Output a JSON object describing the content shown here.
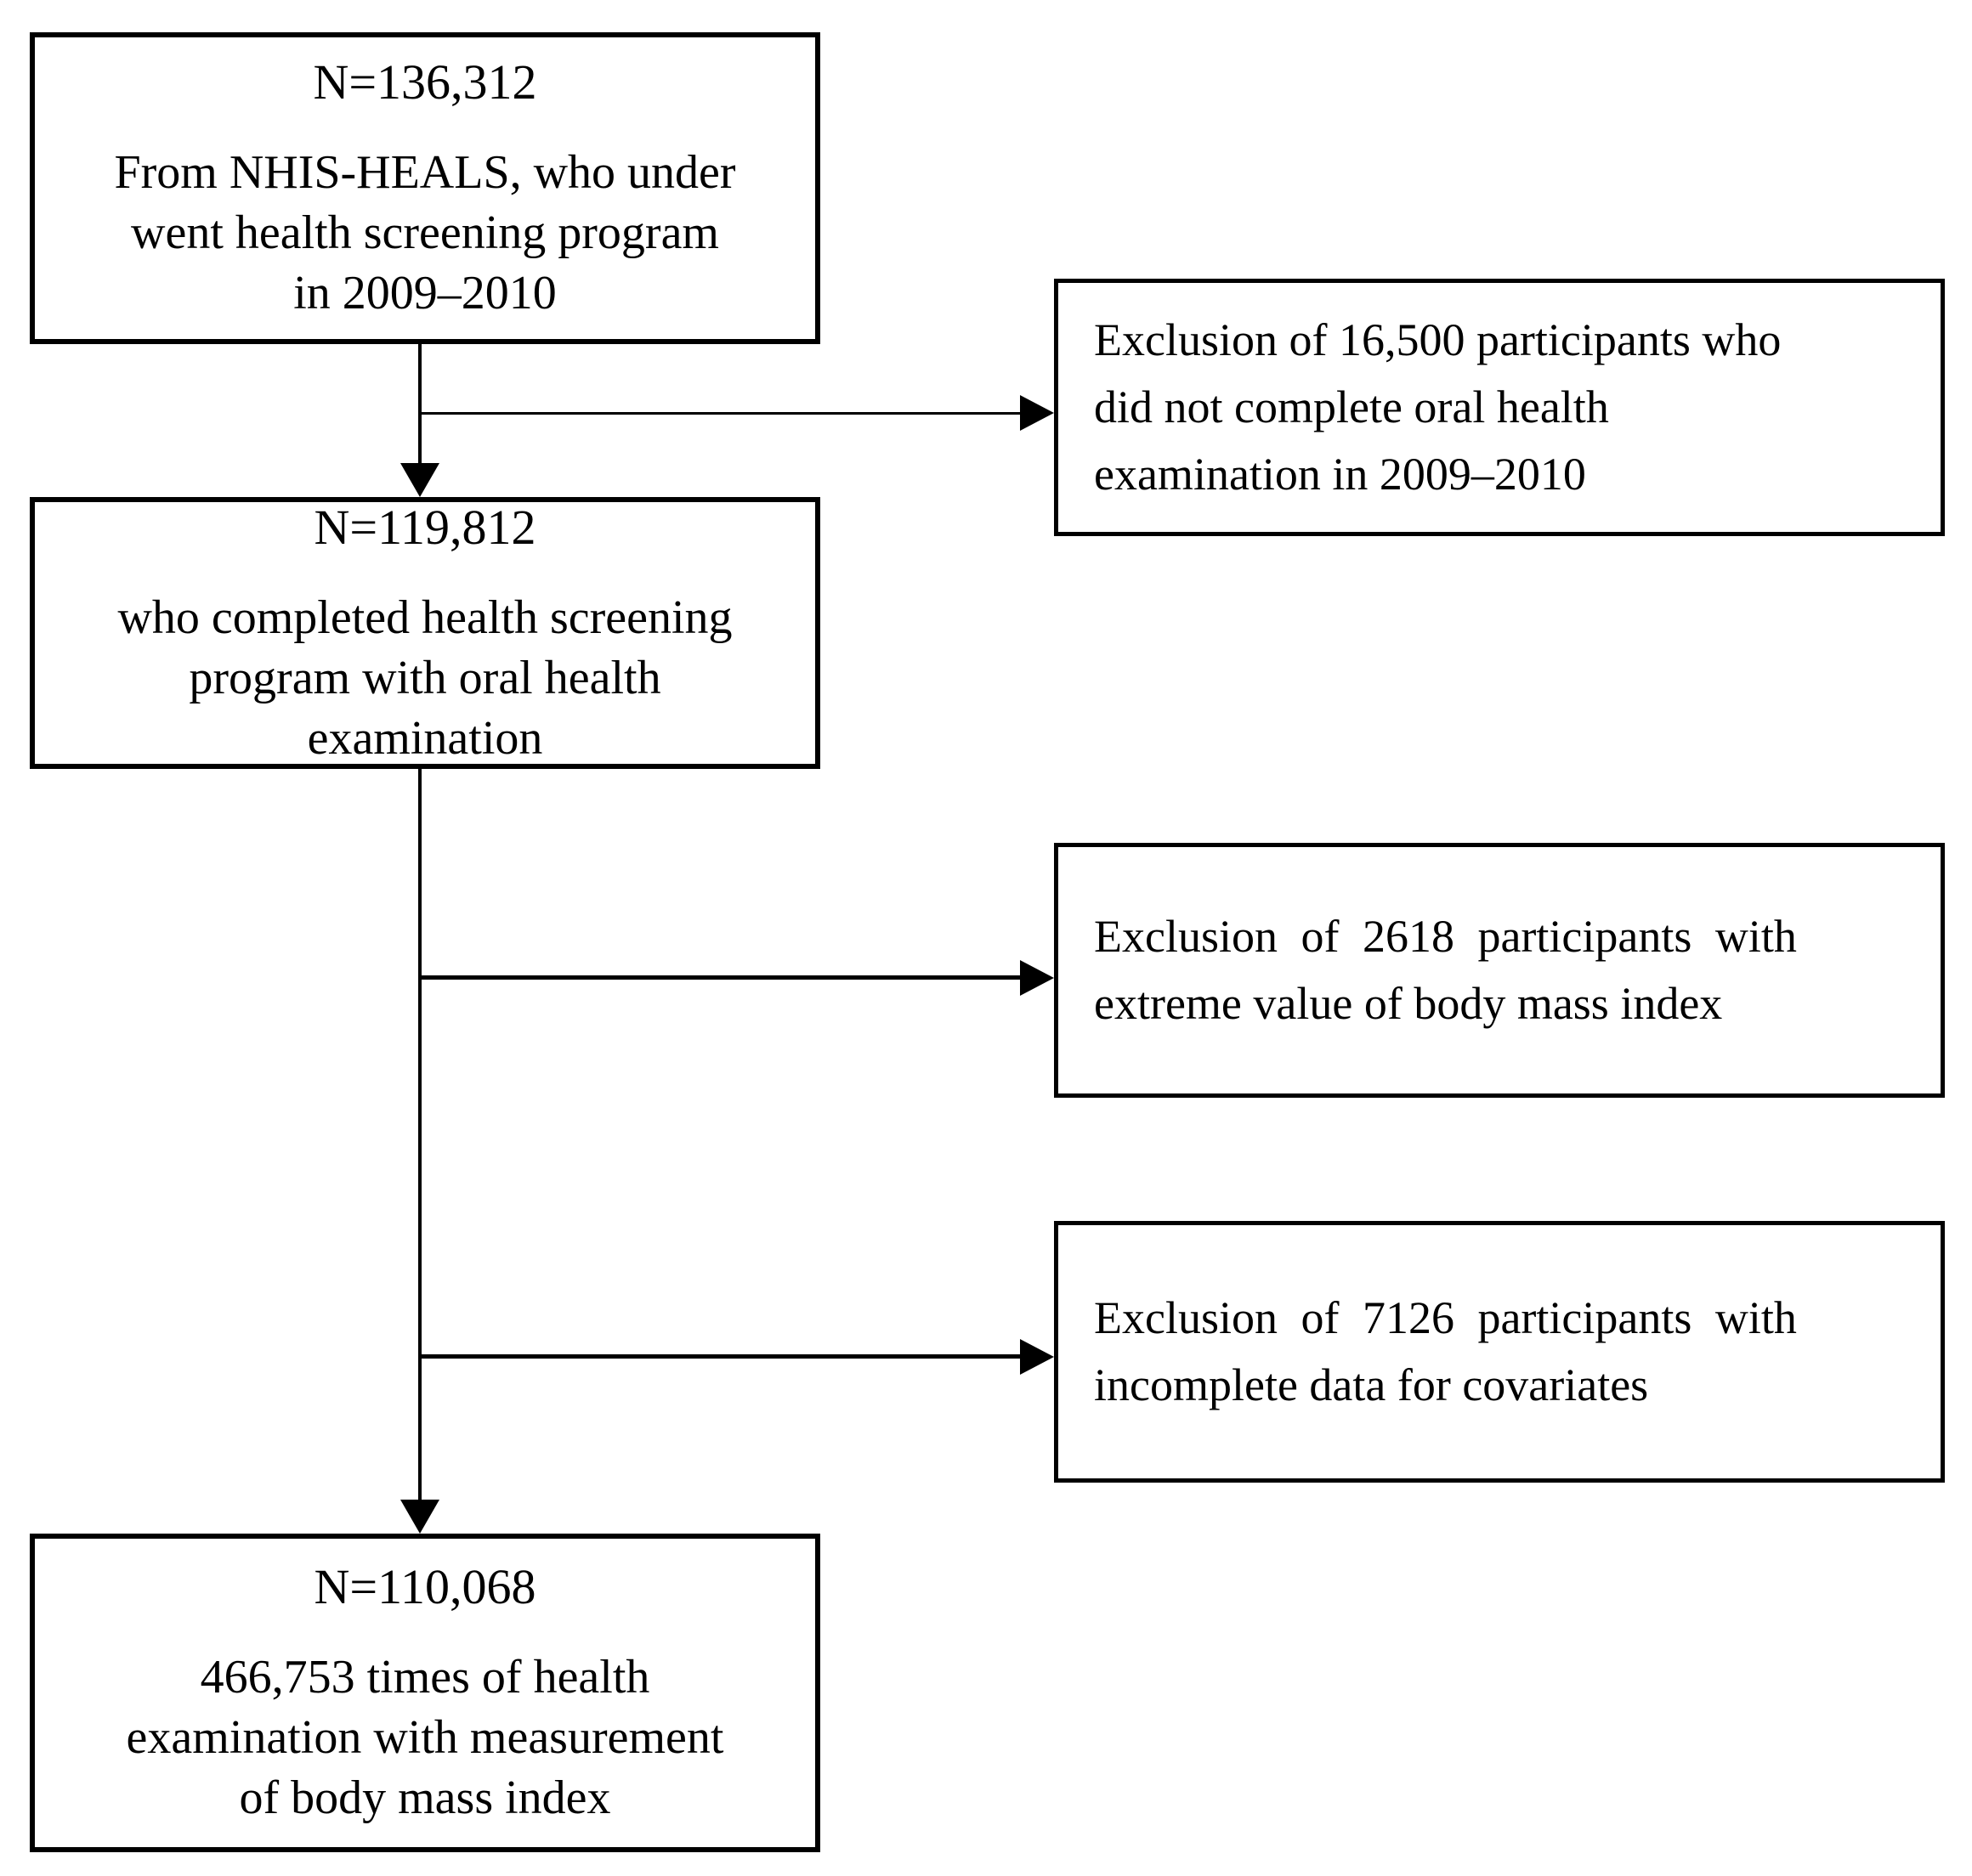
{
  "flow": {
    "box_initial": {
      "n": "N=136,312",
      "lines": [
        "From NHIS-HEALS, who under",
        "went health screening program",
        "in 2009–2010"
      ]
    },
    "box_oral": {
      "n": "N=119,812",
      "lines": [
        "who completed health screening",
        "program with oral health",
        "examination"
      ]
    },
    "box_final": {
      "n": "N=110,068",
      "lines": [
        "466,753 times of health",
        "examination with measurement",
        "of body mass index"
      ]
    },
    "excl_oral": {
      "lines": [
        "Exclusion of 16,500 participants who",
        "did not complete oral health",
        "examination in 2009–2010"
      ]
    },
    "excl_bmi": {
      "lines": [
        "Exclusion of 2618 participants with",
        "extreme value of body mass index"
      ]
    },
    "excl_cov": {
      "lines": [
        "Exclusion of 7126 participants with",
        "incomplete data for covariates"
      ]
    }
  },
  "colors": {
    "ink": "#000000",
    "paper": "#ffffff"
  }
}
